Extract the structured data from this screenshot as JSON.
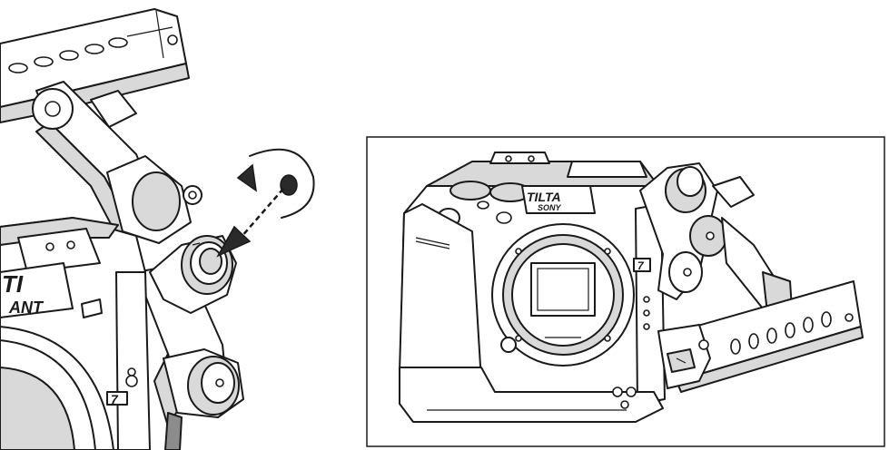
{
  "figure": {
    "brand_text": "TILTA",
    "brand_text_partial_left": "TI",
    "mount_text_partial_left": "ANT",
    "mount_text_right": "SONY",
    "side_label_left": "7",
    "side_label_right": "7"
  },
  "colors": {
    "line": "#1a1a1a",
    "fill_light": "#d9d9d9",
    "fill_mid": "#8c8c8c",
    "background": "#ffffff"
  },
  "icons": {
    "rotation": "rotate-counterclockwise-arrow-icon",
    "insert": "dashed-insert-arrow-icon"
  }
}
